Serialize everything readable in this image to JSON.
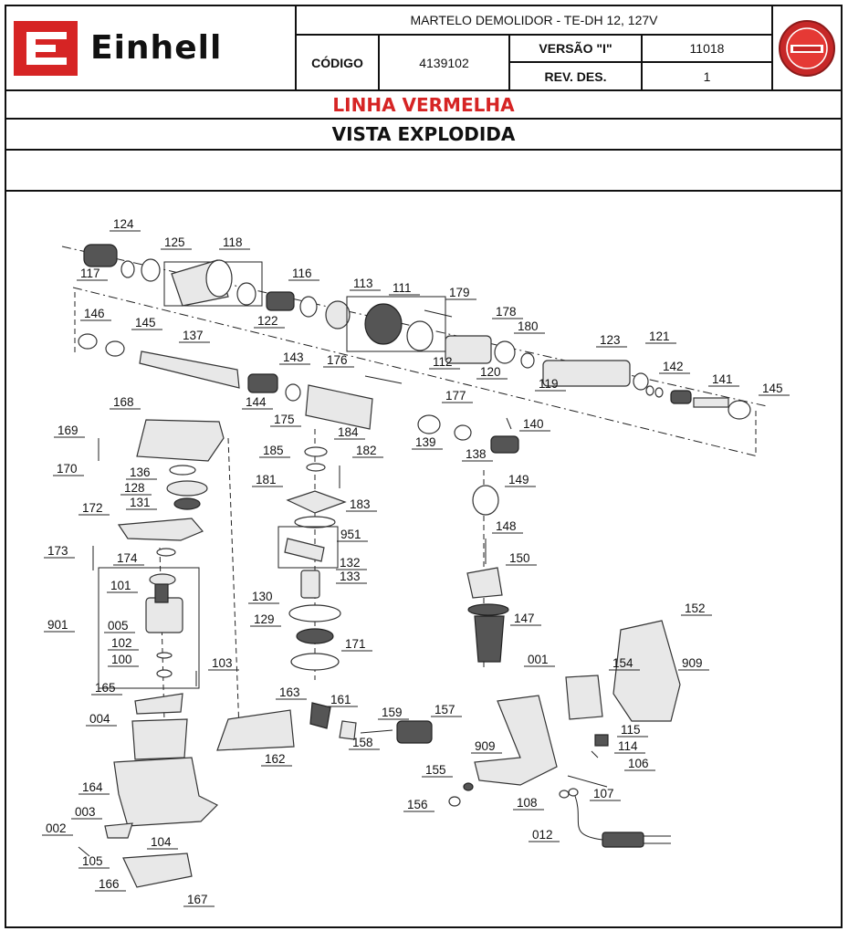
{
  "brand": "Einhell",
  "header": {
    "product_title": "MARTELO DEMOLIDOR - TE-DH 12, 127V",
    "code_label": "CÓDIGO",
    "code_value": "4139102",
    "version_label": "VERSÃO \"I\"",
    "version_value": "11018",
    "rev_label": "REV. DES.",
    "rev_value": "1",
    "line_title": "LINHA VERMELHA",
    "view_title": "VISTA EXPLODIDA"
  },
  "colors": {
    "brand_red": "#d62424",
    "seal_red": "#c62828",
    "border": "#111111"
  },
  "diagram": {
    "part_labels": [
      "124",
      "125",
      "118",
      "117",
      "116",
      "113",
      "111",
      "122",
      "179",
      "146",
      "145",
      "178",
      "180",
      "137",
      "123",
      "121",
      "112",
      "120",
      "143",
      "142",
      "176",
      "141",
      "145",
      "119",
      "168",
      "144",
      "177",
      "175",
      "140",
      "169",
      "184",
      "139",
      "185",
      "182",
      "138",
      "170",
      "136",
      "181",
      "149",
      "128",
      "183",
      "131",
      "172",
      "148",
      "951",
      "173",
      "174",
      "150",
      "132",
      "133",
      "101",
      "130",
      "147",
      "901",
      "129",
      "005",
      "102",
      "171",
      "152",
      "100",
      "103",
      "001",
      "154",
      "909",
      "165",
      "163",
      "161",
      "159",
      "157",
      "004",
      "115",
      "162",
      "158",
      "114",
      "909",
      "106",
      "155",
      "164",
      "107",
      "156",
      "108",
      "003",
      "002",
      "104",
      "012",
      "105",
      "166",
      "167"
    ]
  }
}
